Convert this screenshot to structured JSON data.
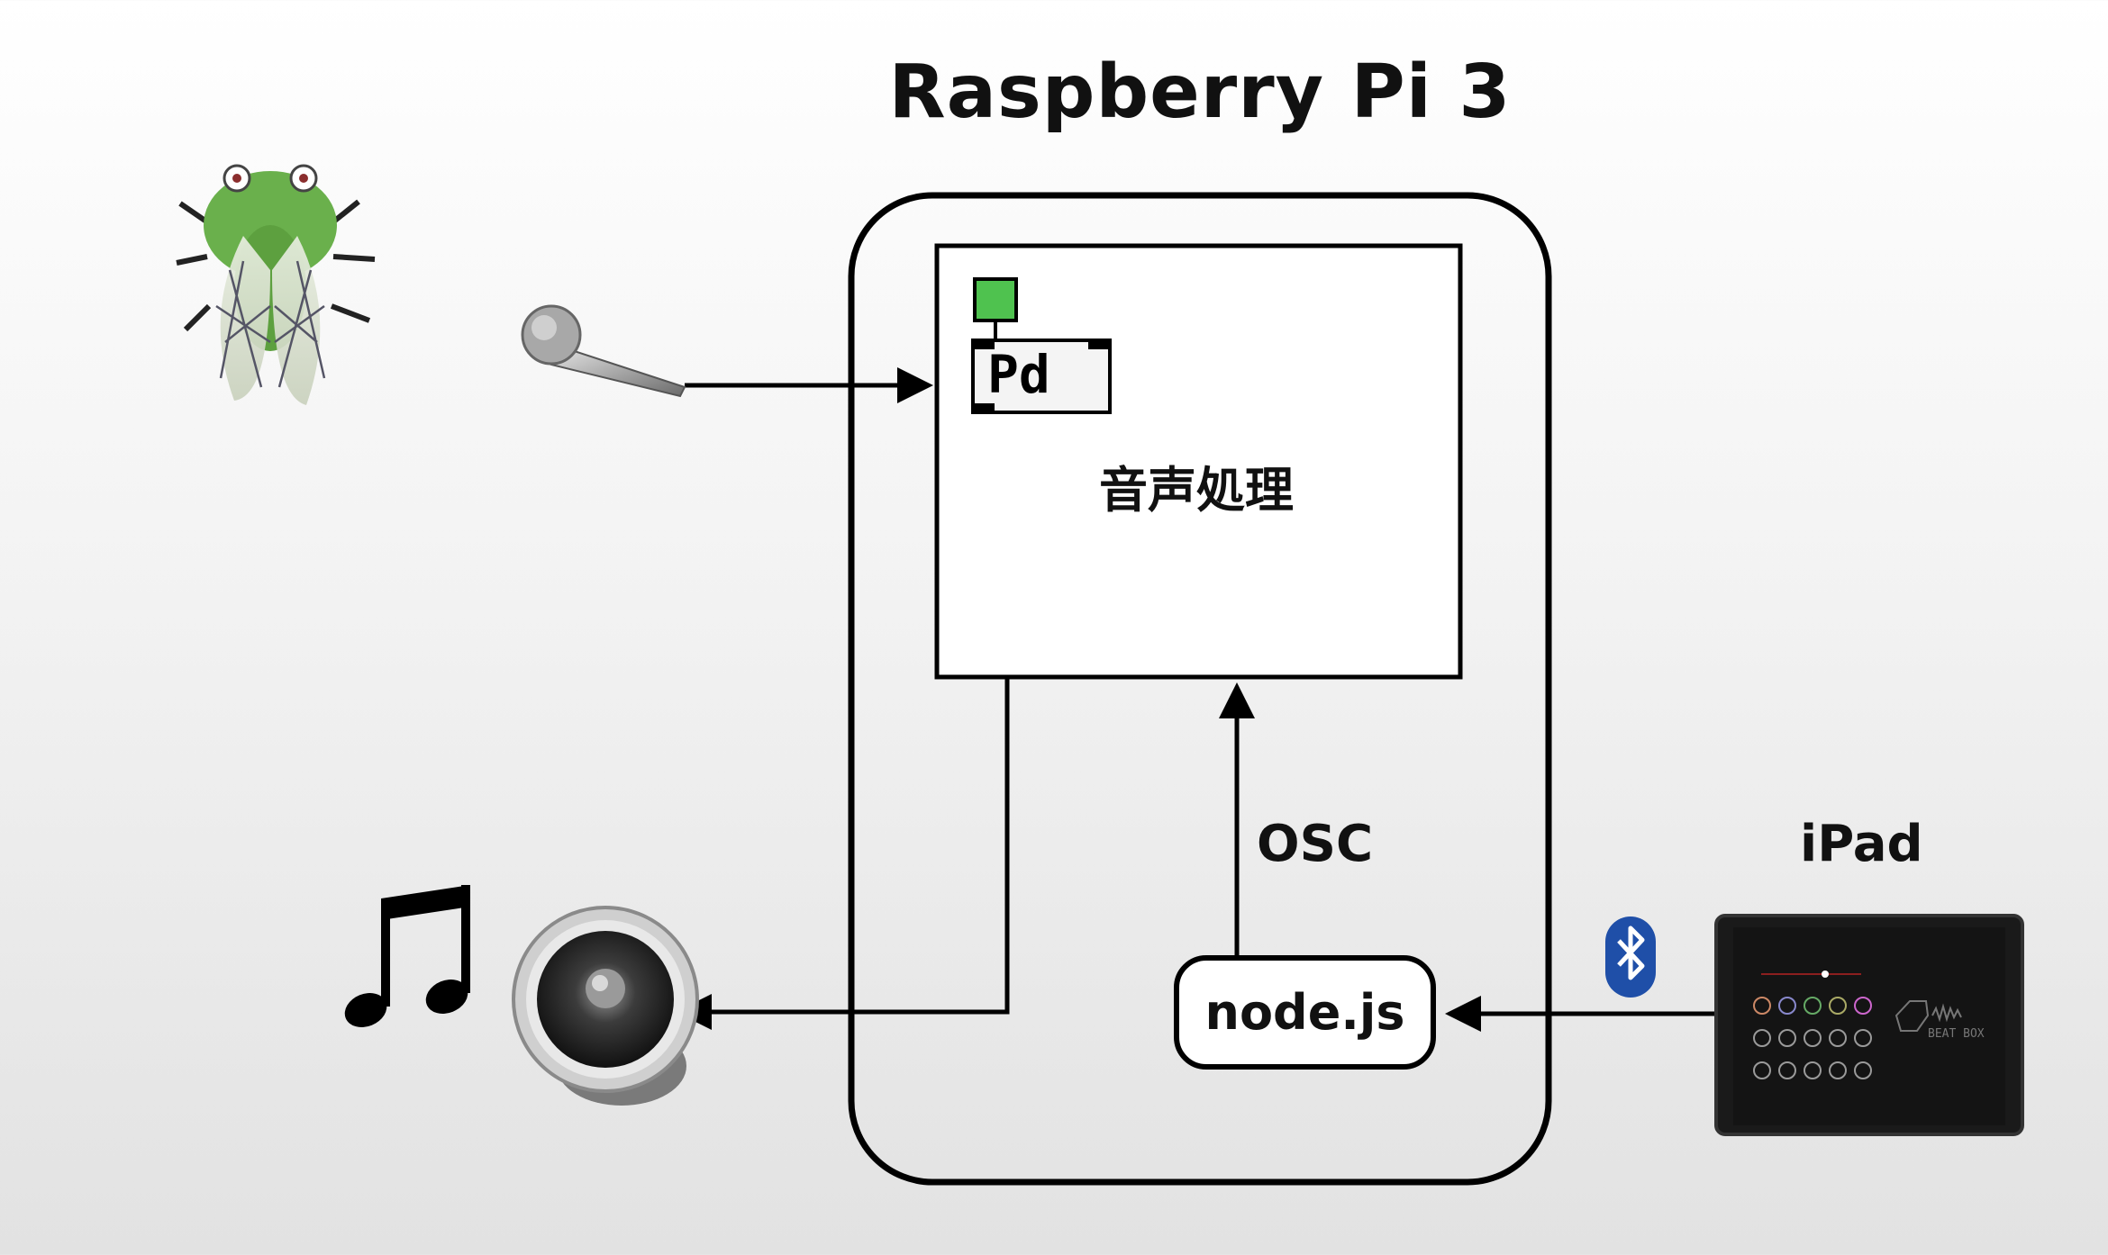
{
  "title": "Raspberry Pi 3",
  "pd_block": {
    "logo_text": "Pd",
    "caption": "音声処理"
  },
  "osc_label": "OSC",
  "node_label": "node.js",
  "ipad_label": "iPad",
  "ipad_app": {
    "logo_text": "BEAT BOX"
  },
  "icons": [
    "cicada-icon",
    "microphone-icon",
    "music-note-icon",
    "speaker-icon",
    "bluetooth-icon",
    "ipad-icon",
    "pd-logo-icon"
  ],
  "colors": {
    "stroke": "#000000",
    "pd_green": "#4fc24f",
    "cicada_green": "#6ab04c",
    "bluetooth_blue": "#1f4fa8"
  }
}
